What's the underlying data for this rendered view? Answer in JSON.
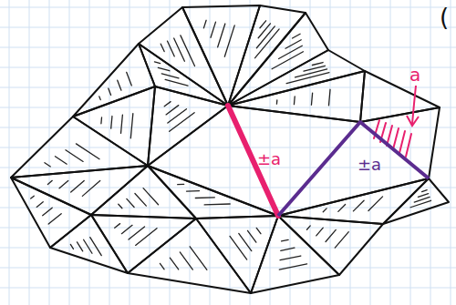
{
  "diagram": {
    "labels": [
      "±a",
      "±a",
      "a",
      "("
    ]
  }
}
